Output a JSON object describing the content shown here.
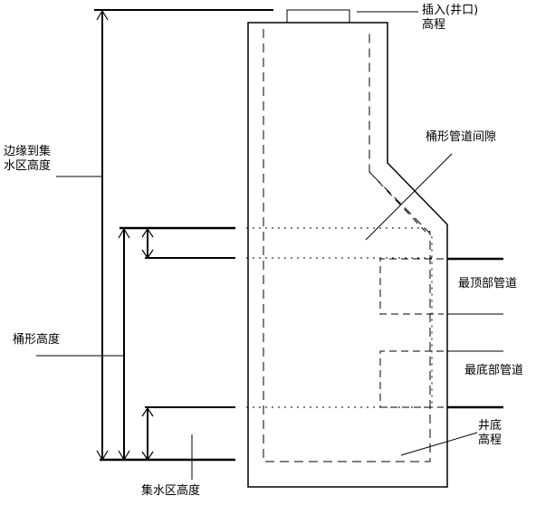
{
  "labels": {
    "insert_elevation_line1": "插入(井口)",
    "insert_elevation_line2": "高程",
    "edge_to_sump_height_line1": "边缘到集",
    "edge_to_sump_height_line2": "水区高度",
    "barrel_pipe_gap": "桶形管道间隙",
    "top_pipe": "最顶部管道",
    "bottom_pipe": "最底部管道",
    "barrel_height": "桶形高度",
    "well_bottom_elevation_line1": "井底",
    "well_bottom_elevation_line2": "高程",
    "sump_height": "集水区高度"
  }
}
